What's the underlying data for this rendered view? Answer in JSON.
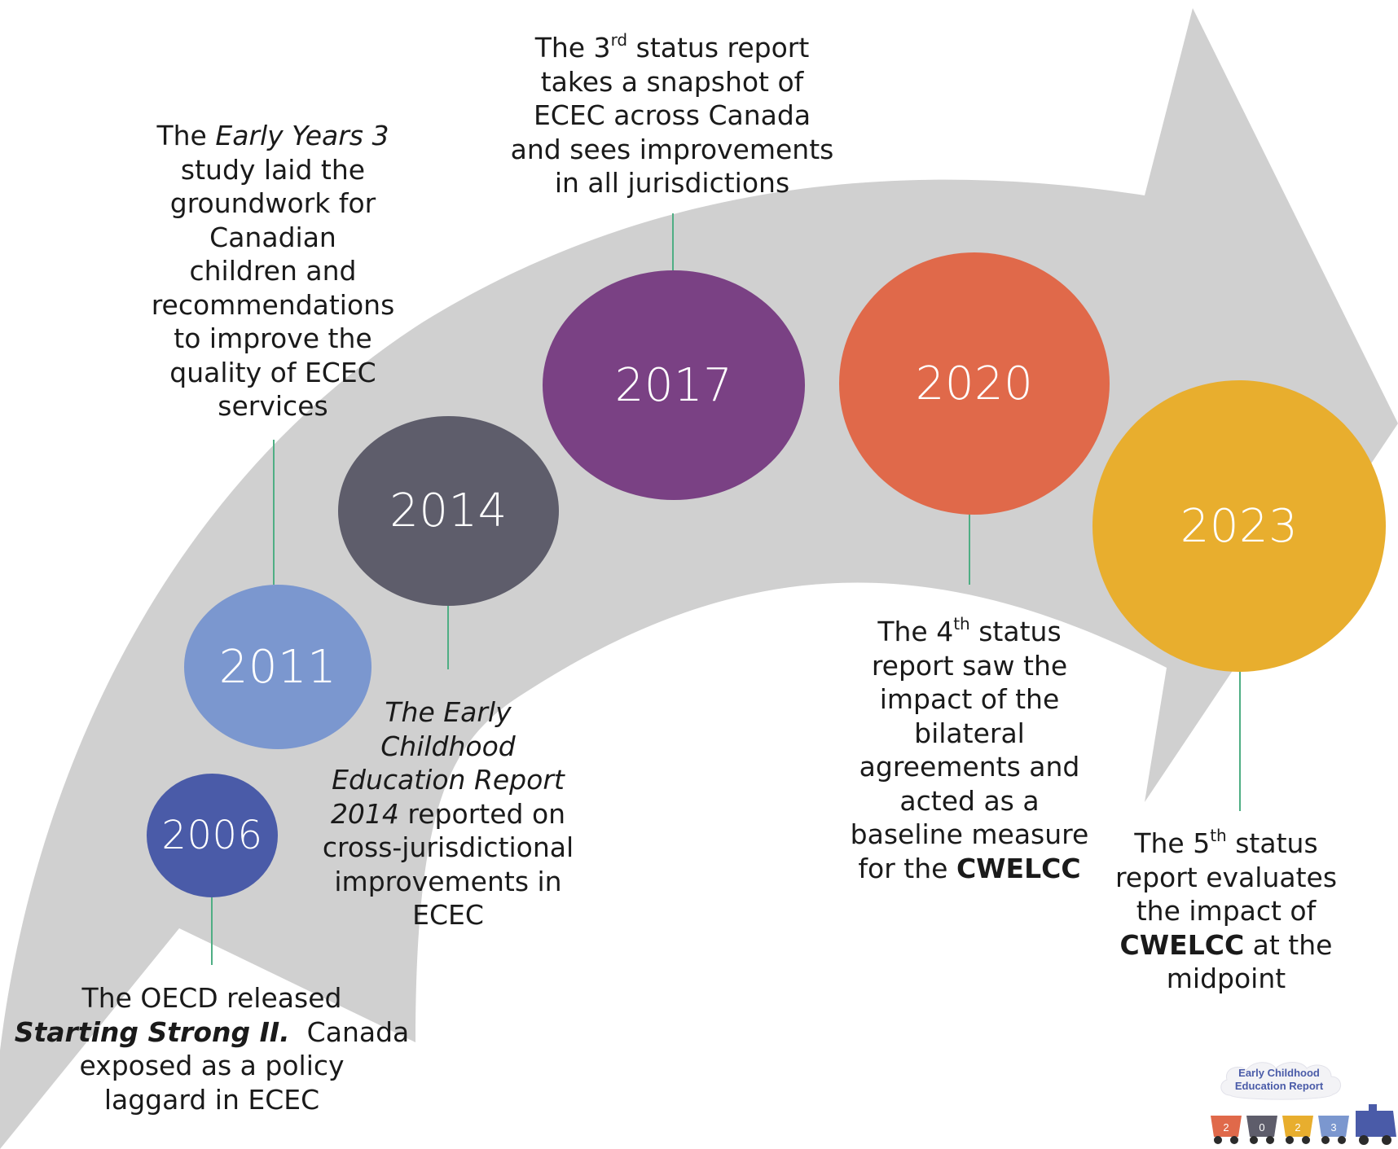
{
  "milestones": [
    {
      "year": "2006",
      "color": "#4a5ba8"
    },
    {
      "year": "2011",
      "color": "#7b97cf"
    },
    {
      "year": "2014",
      "color": "#5e5d6b"
    },
    {
      "year": "2017",
      "color": "#7a4184"
    },
    {
      "year": "2020",
      "color": "#e0694a"
    },
    {
      "year": "2023",
      "color": "#e8ae2e"
    }
  ],
  "captions": {
    "c2006": {
      "line1": "The OECD released",
      "title": "Starting Strong II.",
      "rest1": "  Canada",
      "line3": "exposed as a policy",
      "line4": "laggard in ECEC"
    },
    "c2011": {
      "the": "The ",
      "title": "Early Years 3",
      "lines": [
        "study laid the",
        "groundwork for",
        "Canadian",
        "children and",
        "recommendations",
        "to improve the",
        "quality of ECEC",
        "services"
      ]
    },
    "c2014": {
      "title1": "The Early",
      "title2": "Childhood",
      "title3": "Education Report",
      "title4": "2014",
      "rest4": " reported on",
      "lines": [
        "cross-jurisdictional",
        "improvements in",
        "ECEC"
      ]
    },
    "c2017": {
      "pre": "The 3",
      "sup": "rd",
      "post": " status report",
      "lines": [
        "takes a snapshot of",
        "ECEC across Canada",
        "and sees improvements",
        "in all jurisdictions"
      ]
    },
    "c2020": {
      "pre": "The 4",
      "sup": "th",
      "post": " status",
      "lines": [
        "report saw the",
        "impact of the",
        "bilateral",
        "agreements and",
        "acted as a",
        "baseline measure"
      ],
      "last_pre": "for the ",
      "last_bold": "CWELCC"
    },
    "c2023": {
      "pre": "The 5",
      "sup": "th",
      "post": " status",
      "line2": "report evaluates",
      "line3": "the impact of",
      "bold": "CWELCC",
      "line4_post": " at the",
      "line5": "midpoint"
    }
  },
  "logo": {
    "line1": "Early Childhood",
    "line2": "Education Report",
    "digits": [
      "2",
      "0",
      "2",
      "3"
    ],
    "car_colors": [
      "#e0694a",
      "#5e5d6b",
      "#e8ae2e",
      "#7b97cf"
    ],
    "engine_color": "#4a5ba8"
  },
  "arrow_color": "#d0d0d0"
}
